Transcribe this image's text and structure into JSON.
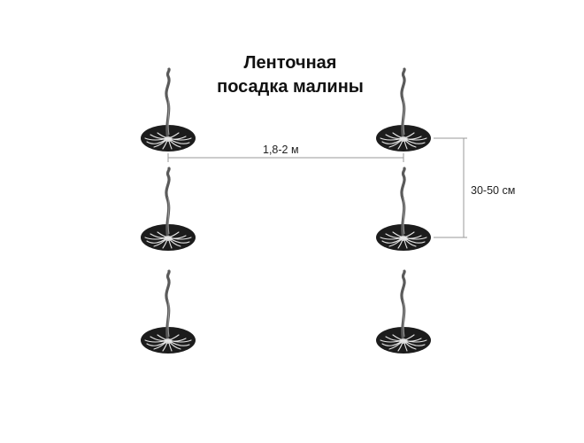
{
  "title": {
    "line1": "Ленточная",
    "line2": "посадка малины"
  },
  "dimensions": {
    "row_spacing": "1,8-2 м",
    "plant_spacing": "30-50 см"
  },
  "layout": {
    "rows": 2,
    "plants_per_row": 3,
    "total_plants": 6
  },
  "colors": {
    "soil": "#1c1c1c",
    "stem": "#5a5a5a",
    "roots": "#e6e6e6",
    "dimension_line": "#9a9a9a"
  }
}
